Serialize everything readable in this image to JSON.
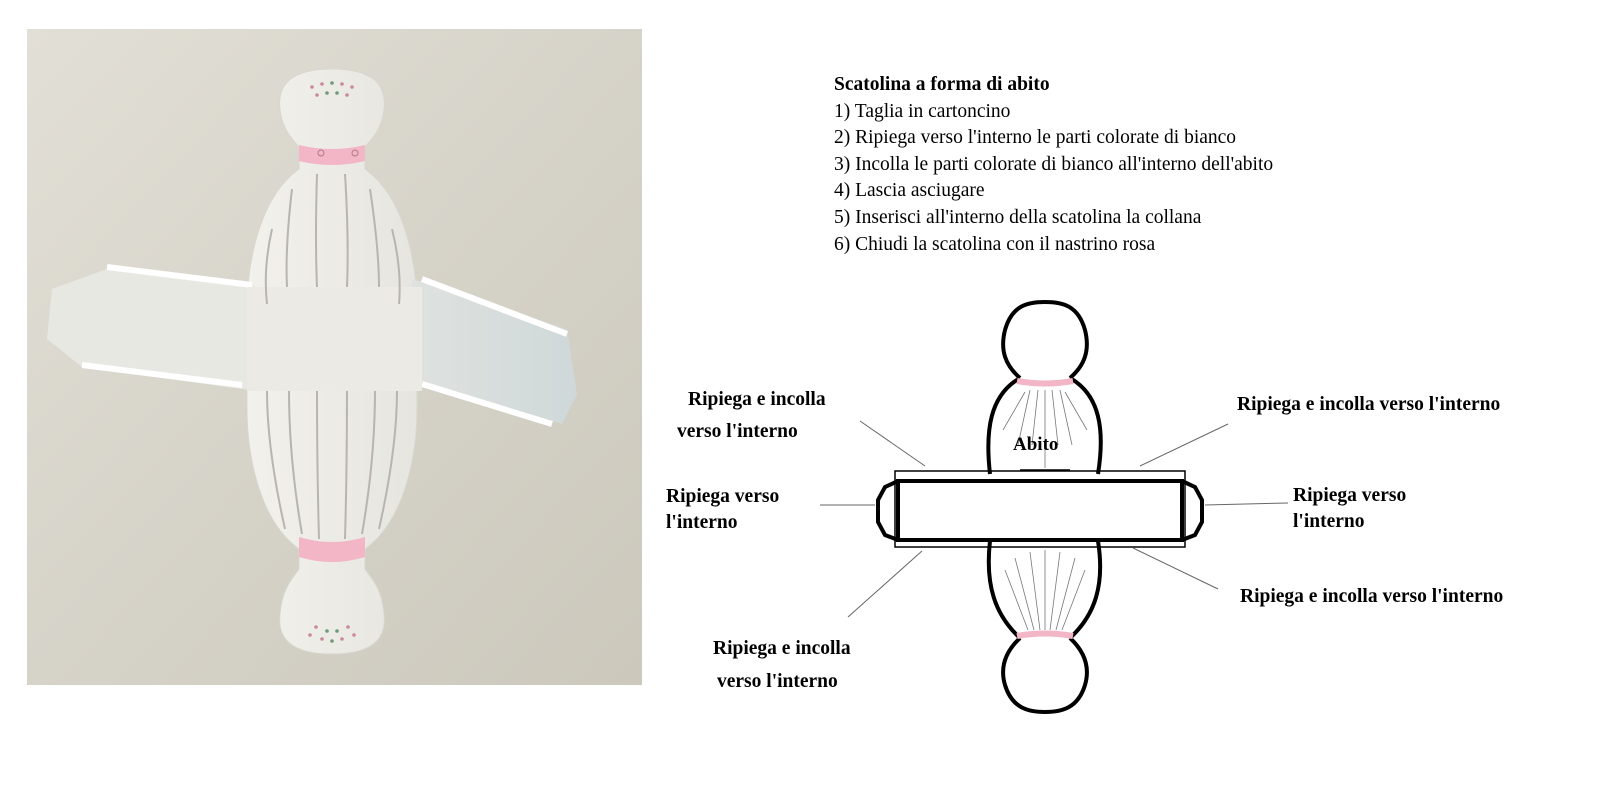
{
  "instructions": {
    "title": "Scatolina a forma di abito",
    "steps": [
      "1) Taglia in cartoncino",
      "2) Ripiega verso l'interno le parti colorate di bianco",
      "3) Incolla le parti colorate di bianco  all'interno dell'abito",
      "4) Lascia asciugare",
      "5) Inserisci all'interno della scatolina la collana",
      "6) Chiudi la scatolina con il nastrino rosa"
    ]
  },
  "diagram": {
    "center_label": "Abito",
    "labels": {
      "top_left": [
        "Ripiega e incolla",
        "verso l'interno"
      ],
      "top_right": [
        "Ripiega e incolla verso l'interno"
      ],
      "mid_left": [
        "Ripiega verso",
        "l'interno"
      ],
      "mid_right": [
        "Ripiega verso",
        "l'interno"
      ],
      "bottom_left": [
        "Ripiega e incolla",
        "verso l'interno"
      ],
      "bottom_right": [
        "Ripiega e incolla verso l'interno"
      ]
    }
  },
  "colors": {
    "accent_pink": "#f2b6c6",
    "photo_background": "#d8d5cb",
    "paper": "#ecebe6"
  }
}
